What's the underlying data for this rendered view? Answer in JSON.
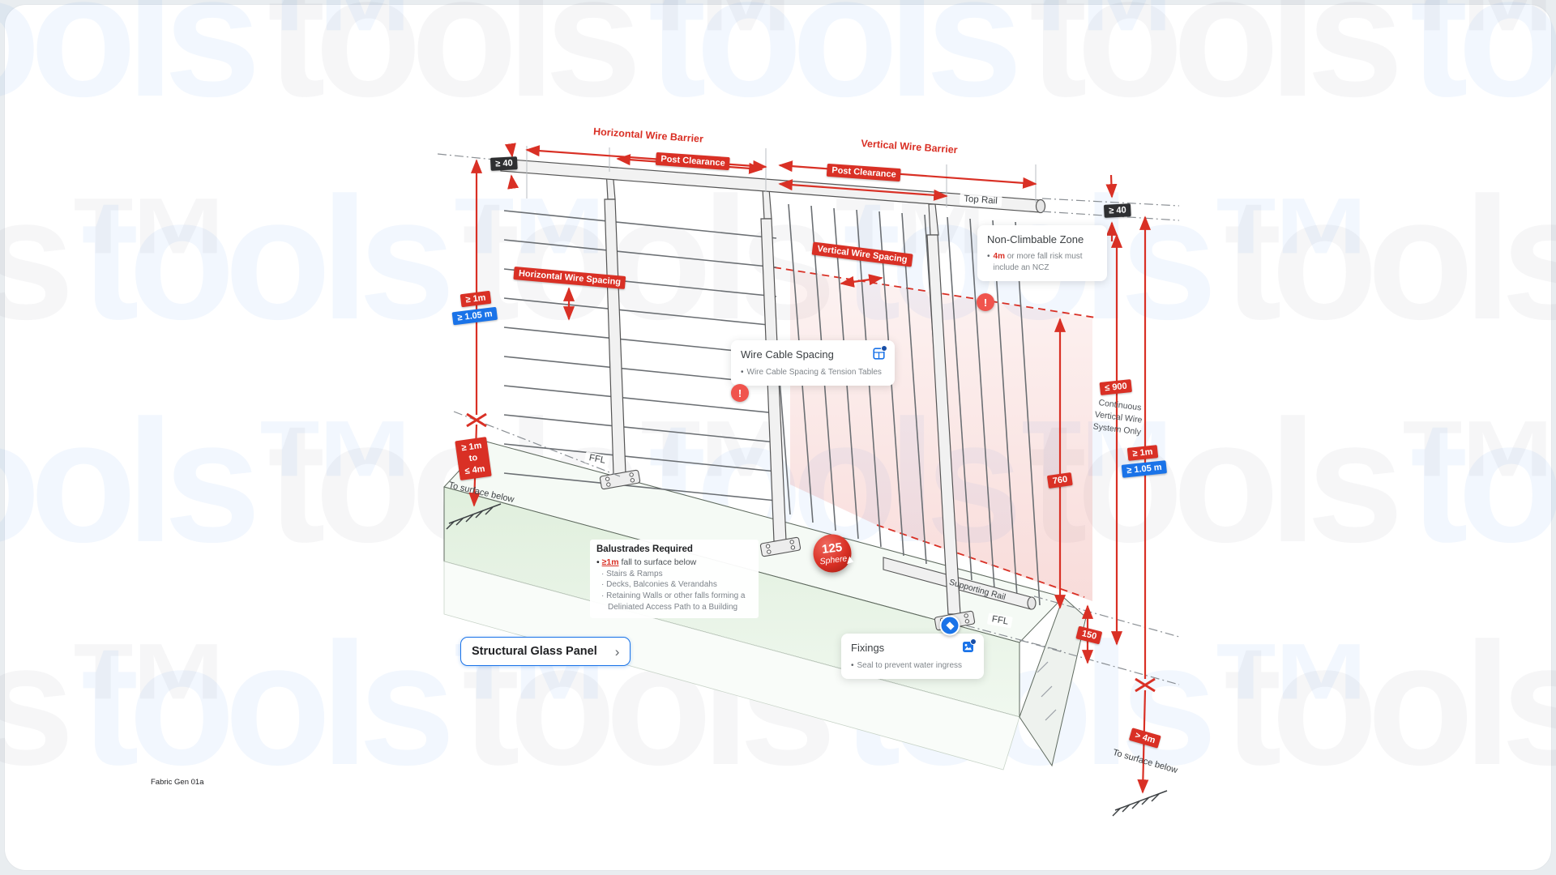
{
  "colors": {
    "accent_red": "#d93025",
    "accent_blue": "#1a73e8",
    "badge_dark": "#2e2f31"
  },
  "watermark": {
    "text": "tools™"
  },
  "footnote": "Fabric Gen 01a",
  "labels": {
    "horizontal_wire_barrier": "Horizontal Wire Barrier",
    "vertical_wire_barrier": "Vertical Wire Barrier",
    "post_clearance": "Post Clearance",
    "horizontal_wire_spacing": "Horizontal Wire Spacing",
    "vertical_wire_spacing": "Vertical Wire Spacing",
    "top_rail": "Top Rail",
    "supporting_rail": "Supporting Rail",
    "ffl": "FFL"
  },
  "measurements": {
    "min_40": "≥ 40",
    "min_1m": "≥ 1m",
    "min_1_05m": "≥ 1.05 m",
    "fall_range_min": "≥ 1m",
    "fall_range_to": "to",
    "fall_range_max": "≤ 4m",
    "to_surface_below": "To surface below",
    "max_900": "≤ 900",
    "continuous_line1": "Continuous",
    "continuous_line2": "Vertical Wire",
    "continuous_line3": "System Only",
    "ncz_height": "760",
    "rail_gap": "150",
    "over_4m": "> 4m"
  },
  "callouts": {
    "wire_cable_spacing": {
      "title": "Wire Cable Spacing",
      "bullet": "Wire Cable Spacing & Tension Tables"
    },
    "non_climbable_zone": {
      "title": "Non-Climbable Zone",
      "highlight": "4m",
      "bullet": " or more fall risk must include an NCZ"
    },
    "fixings": {
      "title": "Fixings",
      "bullet": "Seal to prevent water ingress"
    },
    "balustrades": {
      "title": "Balustrades Required",
      "highlight": "≥1m",
      "bullet": " fall to surface below",
      "sub_items": [
        "Stairs & Ramps",
        "Decks, Balconies & Verandahs",
        "Retaining Walls or other falls forming a Deliniated Access Path to a Building"
      ]
    }
  },
  "markers": {
    "exclamation": "!"
  },
  "sphere": {
    "value": "125",
    "label": "Sphere"
  },
  "glass_panel_button": {
    "label": "Structural Glass Panel",
    "chevron": "›"
  }
}
